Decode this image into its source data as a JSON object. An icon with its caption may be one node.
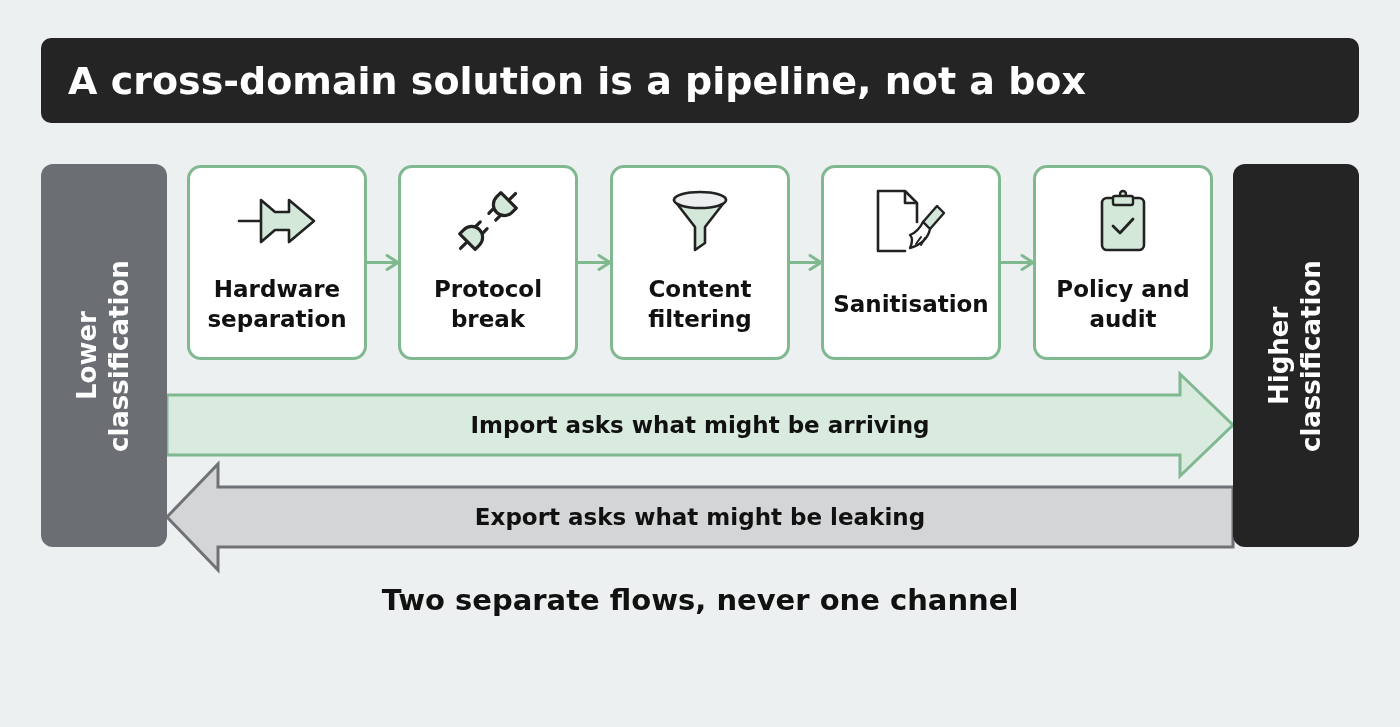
{
  "diagram": {
    "title": "A cross-domain solution is a pipeline, not a box",
    "caption": "Two separate flows, never one channel",
    "nodes": [
      {
        "text": [
          "Lower classification"
        ]
      },
      {
        "text": [
          "Hardware separation"
        ]
      },
      {
        "text": [
          "Protocol break"
        ]
      },
      {
        "text": [
          "Content filtering"
        ]
      },
      {
        "text": [
          "Sanitisation"
        ]
      },
      {
        "text": [
          "Policy and audit"
        ]
      },
      {
        "text": [
          "Higher classification"
        ]
      }
    ],
    "edges": [
      {
        "from": 1,
        "to": 2,
        "arrow": "to"
      },
      {
        "from": 2,
        "to": 3,
        "arrow": "to"
      },
      {
        "from": 3,
        "to": 4,
        "arrow": "to"
      },
      {
        "from": 4,
        "to": 5,
        "arrow": "to"
      },
      {
        "from": 0,
        "to": 6,
        "arrow": "to",
        "label": "Import asks what might be arriving",
        "style": "thick"
      },
      {
        "from": 6,
        "to": 0,
        "arrow": "to",
        "label": "Export asks what might be leaking",
        "style": "thick",
        "color": "#6f7277"
      }
    ]
  }
}
